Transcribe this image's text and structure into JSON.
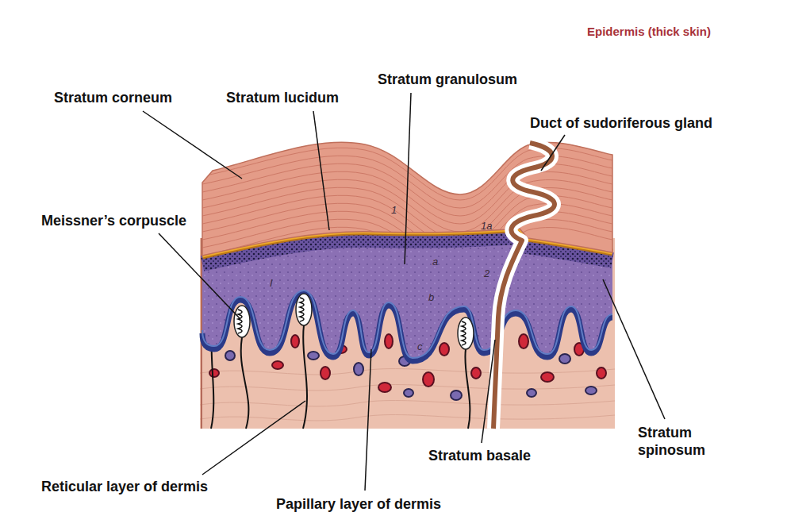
{
  "diagram": {
    "title": "Epidermis (thick skin)",
    "labels": [
      "Stratum corneum",
      "Stratum lucidum",
      "Stratum granulosum",
      "Duct of sudoriferous gland",
      "Meissner’s corpuscle",
      "Stratum spinosum",
      "Stratum basale",
      "Reticular layer of dermis",
      "Papillary layer of dermis",
      "1",
      "1a",
      "a",
      "2",
      "I",
      "b",
      "c"
    ]
  }
}
